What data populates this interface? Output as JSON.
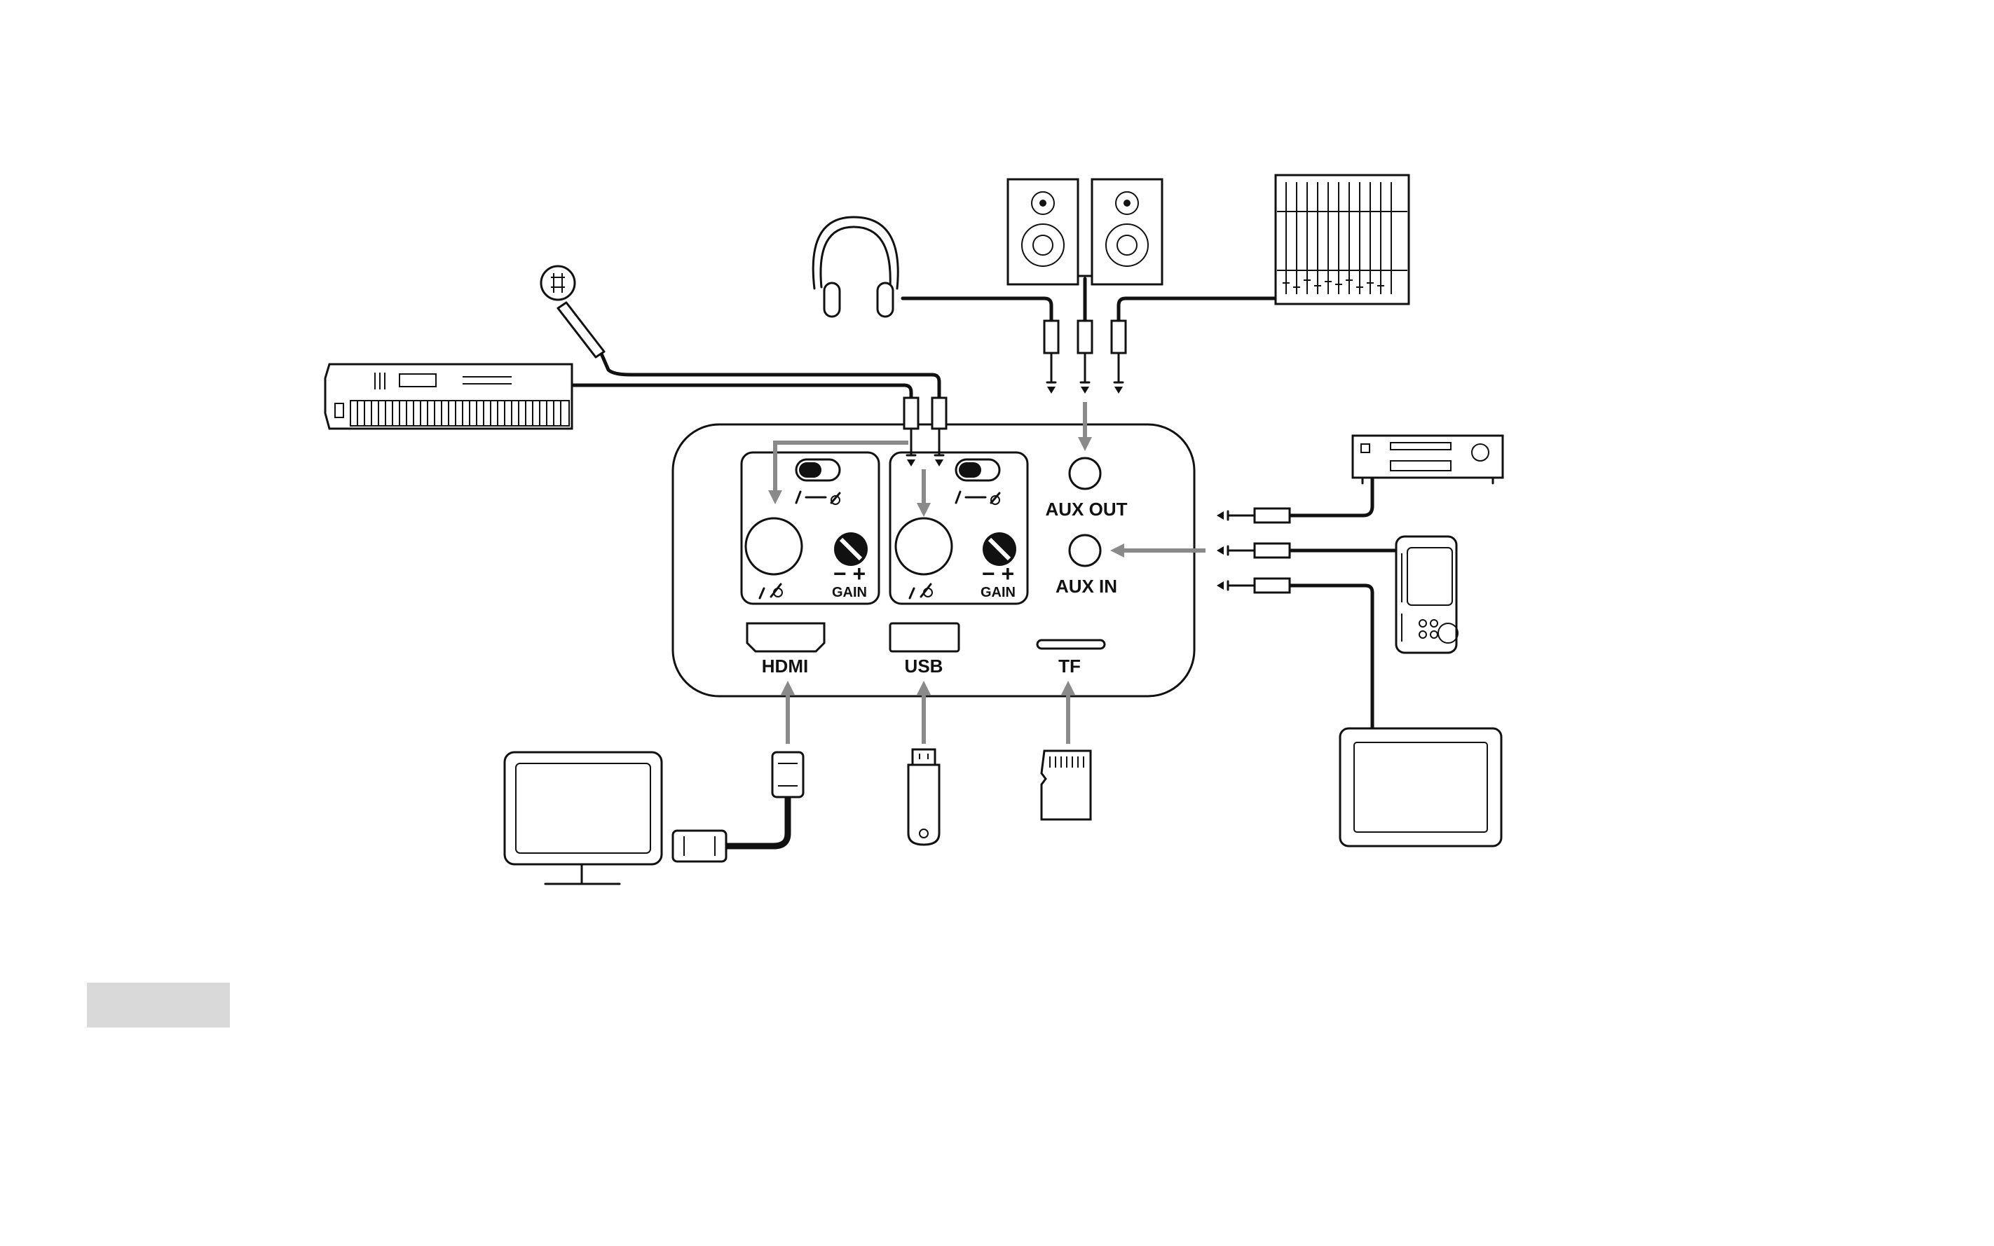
{
  "labels": {
    "hdmi": "HDMI",
    "usb": "USB",
    "tf": "TF",
    "aux_out": "AUX OUT",
    "aux_in": "AUX IN",
    "gain_1": "GAIN",
    "gain_2": "GAIN",
    "minus_plus_1": "− +",
    "minus_plus_2": "− +"
  },
  "colors": {
    "ink": "#111111",
    "arrow": "#8a8a8a",
    "tag": "#d9d9d9"
  },
  "icons": [
    "microphone-icon",
    "keyboard-icon",
    "headphones-icon",
    "speaker-icon",
    "mixer-icon",
    "cd-player-icon",
    "portable-player-icon",
    "tablet-icon",
    "monitor-icon",
    "hdmi-cable-icon",
    "usb-drive-icon",
    "sd-card-icon",
    "jack-plug-icon",
    "gain-knob-icon",
    "mic-guitar-switch-icon"
  ]
}
